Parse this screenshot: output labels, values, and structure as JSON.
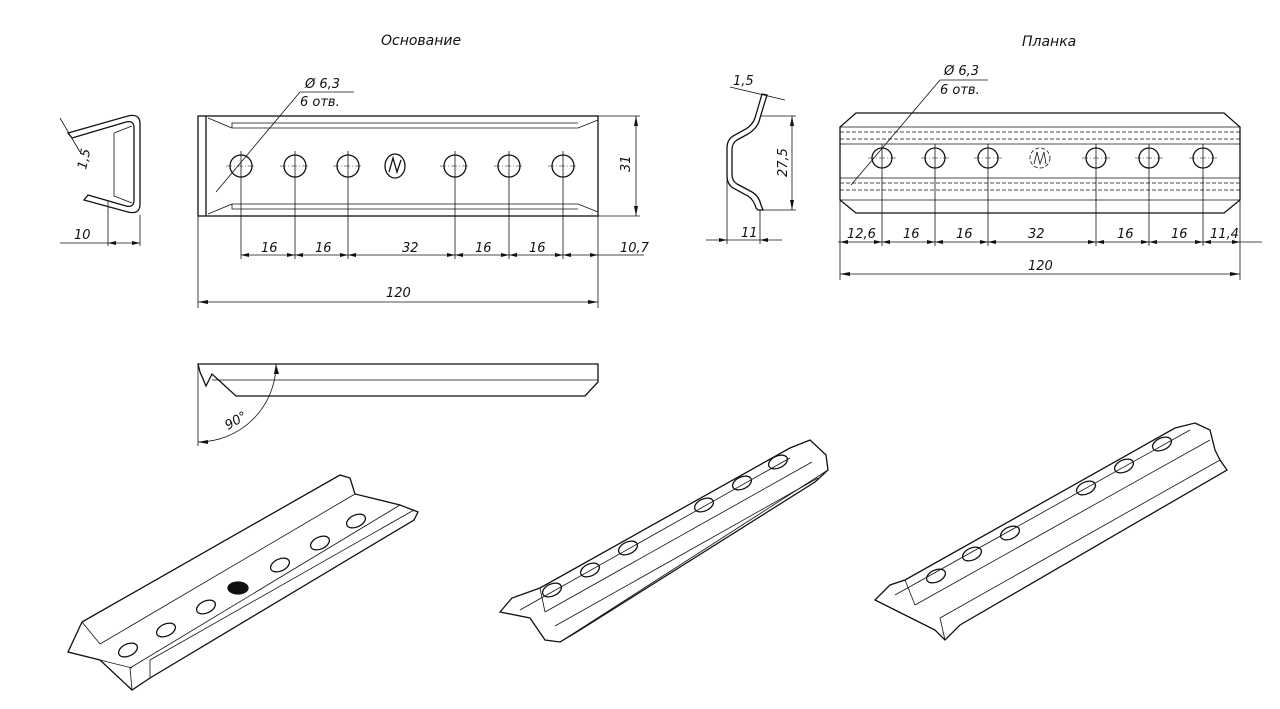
{
  "base": {
    "title": "Основание",
    "hole_diameter": "Ø 6,3",
    "hole_count": "6 отв.",
    "end_view": {
      "thickness": "1,5",
      "width": "10"
    },
    "top_view": {
      "chain_dims": [
        "16",
        "16",
        "32",
        "16",
        "16",
        "10,7"
      ],
      "overall_length": "120",
      "height": "31"
    },
    "side_view": {
      "angle": "90°"
    }
  },
  "plate": {
    "title": "Планка",
    "hole_diameter": "Ø 6,3",
    "hole_count": "6 отв.",
    "end_view": {
      "thickness": "1,5",
      "height": "27,5",
      "width": "11"
    },
    "top_view": {
      "chain_dims": [
        "12,6",
        "16",
        "16",
        "32",
        "16",
        "16",
        "11,4"
      ],
      "overall_length": "120"
    }
  }
}
